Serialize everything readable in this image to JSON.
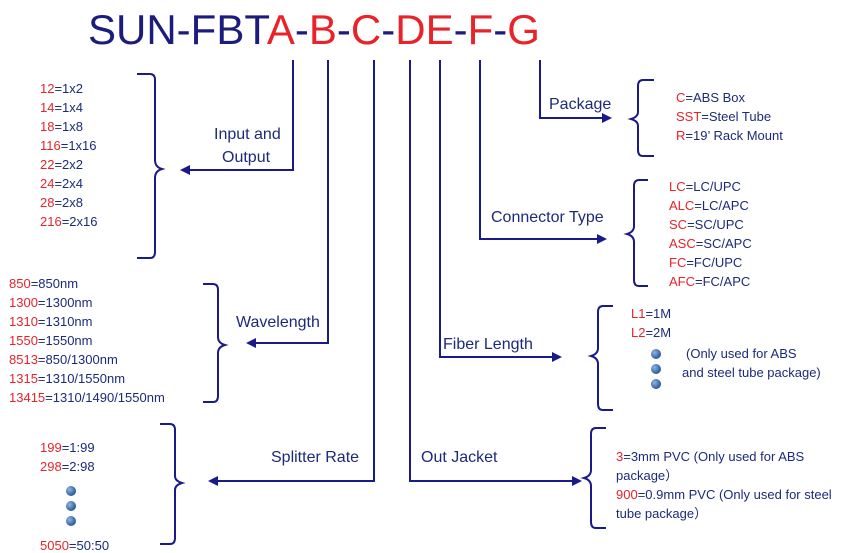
{
  "code": {
    "prefix": "SUN-FBT",
    "parts": [
      "A",
      "-",
      "B",
      "-",
      "C",
      "-",
      "DE",
      "-",
      "F",
      "-",
      "G"
    ]
  },
  "labels": {
    "input_output_1": "Input and",
    "input_output_2": "Output",
    "wavelength": "Wavelength",
    "splitter_rate": "Splitter Rate",
    "package": "Package",
    "connector_type": "Connector Type",
    "fiber_length": "Fiber Length",
    "out_jacket": "Out Jacket"
  },
  "input_output": [
    {
      "code": "12",
      "desc": "=1x2"
    },
    {
      "code": "14",
      "desc": "=1x4"
    },
    {
      "code": "18",
      "desc": "=1x8"
    },
    {
      "code": "116",
      "desc": "=1x16"
    },
    {
      "code": "22",
      "desc": "=2x2"
    },
    {
      "code": "24",
      "desc": "=2x4"
    },
    {
      "code": "28",
      "desc": "=2x8"
    },
    {
      "code": "216",
      "desc": "=2x16"
    }
  ],
  "wavelength": [
    {
      "code": "850",
      "desc": "=850nm"
    },
    {
      "code": "1300",
      "desc": "=1300nm"
    },
    {
      "code": "1310",
      "desc": "=1310nm"
    },
    {
      "code": "1550",
      "desc": "=1550nm"
    },
    {
      "code": "8513",
      "desc": "=850/1300nm"
    },
    {
      "code": "1315",
      "desc": "=1310/1550nm"
    },
    {
      "code": "13415",
      "desc": "=1310/1490/1550nm"
    }
  ],
  "splitter_rate": {
    "first": [
      {
        "code": "199",
        "desc": "=1:99"
      },
      {
        "code": "298",
        "desc": "=2:98"
      }
    ],
    "last": {
      "code": "5050",
      "desc": "=50:50"
    }
  },
  "package": [
    {
      "code": "C",
      "desc": "=ABS Box"
    },
    {
      "code": "SST",
      "desc": "=Steel Tube"
    },
    {
      "code": "R",
      "desc": "=19’ Rack Mount"
    }
  ],
  "connector_type": [
    {
      "code": "LC",
      "desc": "=LC/UPC"
    },
    {
      "code": "ALC",
      "desc": "=LC/APC"
    },
    {
      "code": "SC",
      "desc": "=SC/UPC"
    },
    {
      "code": "ASC",
      "desc": "=SC/APC"
    },
    {
      "code": "FC",
      "desc": "=FC/UPC"
    },
    {
      "code": "AFC",
      "desc": "=FC/APC"
    }
  ],
  "fiber_length": {
    "items": [
      {
        "code": "L1",
        "desc": "=1M"
      },
      {
        "code": "L2",
        "desc": "=2M"
      }
    ],
    "note_1": "(Only used for ABS",
    "note_2": "and steel tube package)"
  },
  "out_jacket": {
    "items": [
      {
        "code": "3",
        "desc": "=3mm PVC (Only used for ABS",
        "desc2": "package）"
      },
      {
        "code": "900",
        "desc": "=0.9mm PVC (Only used for steel",
        "desc2": "tube package）"
      }
    ]
  },
  "colors": {
    "navy": "#1c1c7c",
    "red": "#e8232a",
    "line": "#1a1a8a",
    "text": "#1c2a7a"
  }
}
